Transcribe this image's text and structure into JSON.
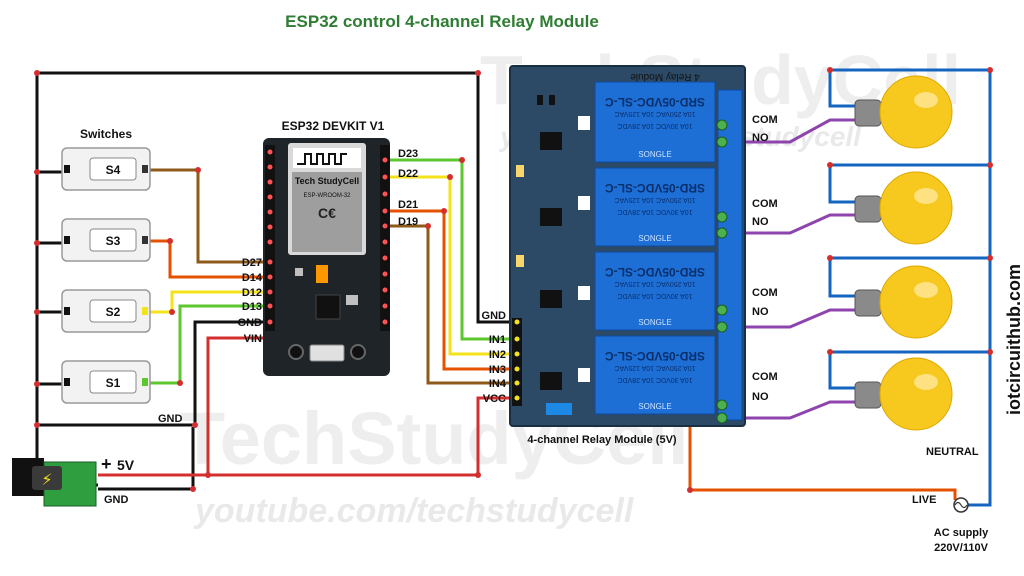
{
  "title": "ESP32 control 4-channel Relay Module",
  "colors": {
    "title": "#2e7d32",
    "wire_black": "#111111",
    "wire_red": "#d32f2f",
    "wire_blue": "#1565c0",
    "wire_orange": "#e65100",
    "wire_purple": "#8e44ad",
    "wire_green": "#2e7d32",
    "wire_yellow": "#f4e21a",
    "wire_brown": "#8d5a1a",
    "wire_lightgreen": "#5cc72e",
    "board": "#1e2428",
    "relay_board": "#2c4a66",
    "relay_block": "#1d6fd6",
    "bulb": "#f7c81e",
    "vertical_text": "#e6a21a",
    "neutral_label": "#1565c0",
    "live_label": "#e65100"
  },
  "switches": {
    "heading": "Switches",
    "items": [
      {
        "label": "S4"
      },
      {
        "label": "S3"
      },
      {
        "label": "S2"
      },
      {
        "label": "S1"
      }
    ]
  },
  "esp32": {
    "title": "ESP32 DEVKIT V1",
    "module_brand": "Tech StudyCell",
    "module_name": "ESP-WROOM-32",
    "left_pins": [
      "D27",
      "D14",
      "D12",
      "D13",
      "GND",
      "VIN"
    ],
    "right_pins": [
      "D23",
      "D22",
      "D21",
      "D19"
    ]
  },
  "relay_module": {
    "board_title": "4 Relay Module",
    "caption": "4-channel Relay Module (5V)",
    "inputs": [
      "GND",
      "IN1",
      "IN2",
      "IN3",
      "IN4",
      "VCC"
    ],
    "relay_text_main": "SRD-05VDC-SL-C",
    "relay_text_brand": "SONGLE",
    "relay_text_rating_1": "10A 250VAC  10A 125VAC",
    "relay_text_rating_2": "10A 30VDC  10A 28VDC",
    "outputs": [
      {
        "com": "COM",
        "no": "NO"
      },
      {
        "com": "COM",
        "no": "NO"
      },
      {
        "com": "COM",
        "no": "NO"
      },
      {
        "com": "COM",
        "no": "NO"
      }
    ]
  },
  "power": {
    "plus_sign": "+",
    "voltage": "5V",
    "gnd_label": "GND",
    "gnd_wire_label": "GND"
  },
  "ac": {
    "neutral_label": "NEUTRAL",
    "live_label": "LIVE",
    "supply_line1": "AC supply",
    "supply_line2": "220V/110V"
  },
  "side_text": "iotcircuithub.com",
  "watermark": {
    "brand": "TechStudyCell",
    "url": "youtube.com/techstudycell"
  }
}
